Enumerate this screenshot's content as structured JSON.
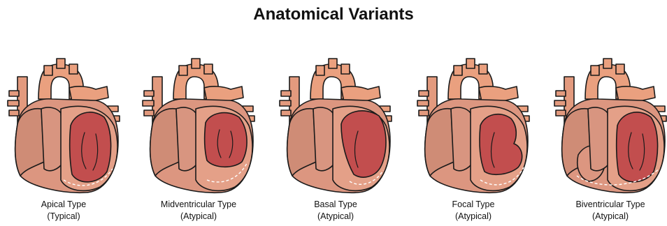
{
  "title": "Anatomical Variants",
  "colors": {
    "outline": "#1a1a1a",
    "vessel": "#eaa07f",
    "right_heart": "#d8917a",
    "left_ventricle_wall": "#e4a088",
    "ballooned_cavity": "#c24e4e",
    "contracting_wall_dash": "#ffffff"
  },
  "variants": [
    {
      "name": "Apical Type",
      "classification": "(Typical)"
    },
    {
      "name": "Midventricular Type",
      "classification": "(Atypical)"
    },
    {
      "name": "Basal Type",
      "classification": "(Atypical)"
    },
    {
      "name": "Focal Type",
      "classification": "(Atypical)"
    },
    {
      "name": "Biventricular Type",
      "classification": "(Atypical)"
    }
  ]
}
